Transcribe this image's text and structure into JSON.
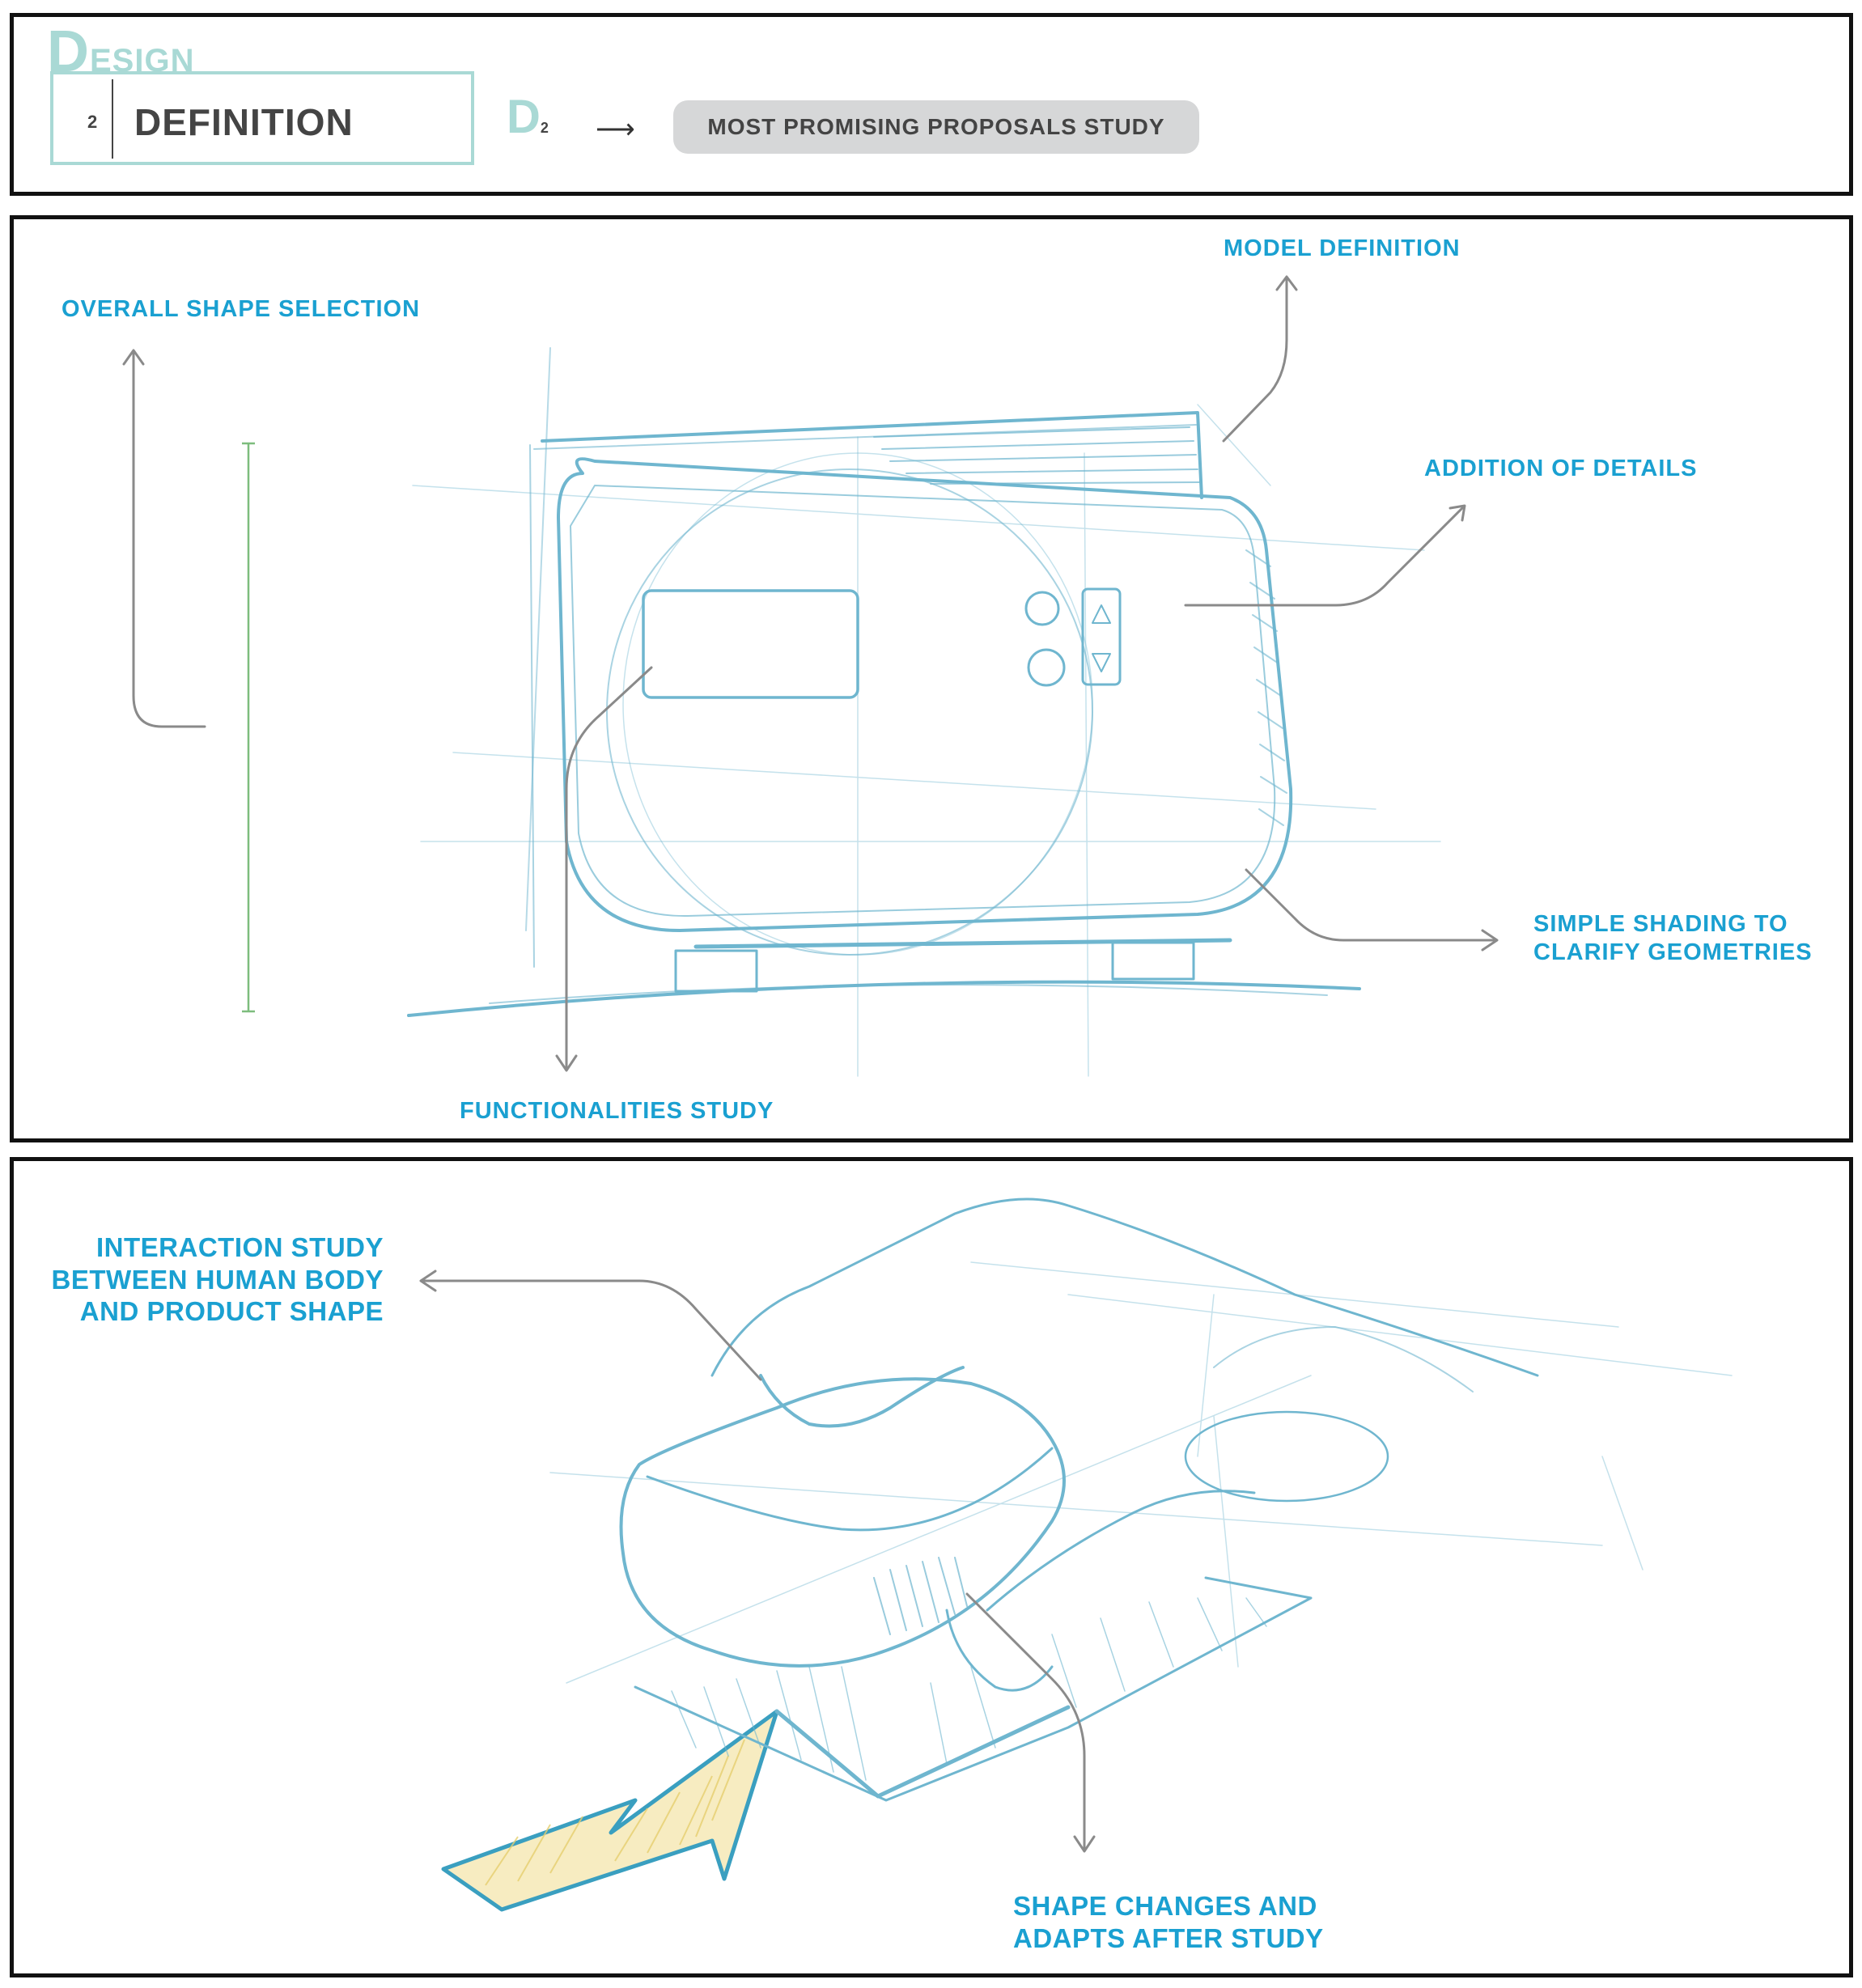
{
  "header": {
    "design_word": "DESIGN",
    "step_number": "2",
    "step_title": "DEFINITION",
    "phase_code": "D",
    "phase_number": "2",
    "arrow_glyph": "⟶",
    "pill_label": "MOST PROMISING PROPOSALS STUDY"
  },
  "sketch1": {
    "label_model_definition": "MODEL DEFINITION",
    "label_overall_shape": "OVERALL SHAPE SELECTION",
    "label_addition_details": "ADDITION OF DETAILS",
    "label_shading_line1": "SIMPLE SHADING TO",
    "label_shading_line2": "CLARIFY GEOMETRIES",
    "label_functionalities": "FUNCTIONALITIES STUDY"
  },
  "sketch2": {
    "label_interaction_line1": "INTERACTION STUDY",
    "label_interaction_line2": "BETWEEN HUMAN BODY",
    "label_interaction_line3": "AND PRODUCT SHAPE",
    "label_shape_line1": "SHAPE CHANGES AND",
    "label_shape_line2": "ADAPTS AFTER STUDY"
  },
  "colors": {
    "accent_teal": "#a9d9d5",
    "label_blue": "#1aa0d1",
    "sketch_blue": "#6fb6cf",
    "arrow_gray": "#8a8a8a",
    "pill_gray": "#d6d7d8",
    "frame": "#111111",
    "yellow_fill": "#f3e4a6"
  }
}
